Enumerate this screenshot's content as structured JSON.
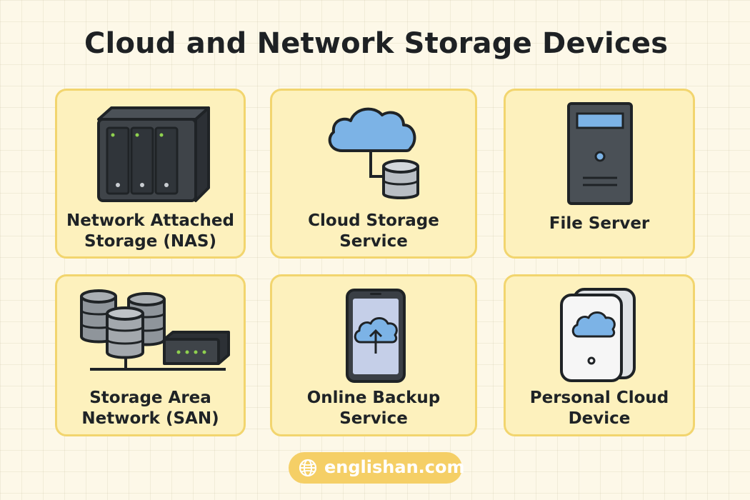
{
  "title": "Cloud and Network Storage Devices",
  "cards": [
    {
      "icon": "nas-device-icon",
      "line1": "Network Attached",
      "line2": "Storage (NAS)"
    },
    {
      "icon": "cloud-database-icon",
      "line1": "Cloud Storage",
      "line2": "Service"
    },
    {
      "icon": "server-tower-icon",
      "line1": "File Server",
      "line2": ""
    },
    {
      "icon": "database-cluster-icon",
      "line1": "Storage Area",
      "line2": "Network (SAN)"
    },
    {
      "icon": "phone-cloud-upload-icon",
      "line1": "Online Backup",
      "line2": "Service"
    },
    {
      "icon": "personal-cloud-device-icon",
      "line1": "Personal Cloud",
      "line2": "Device"
    }
  ],
  "footer": {
    "icon": "globe-icon",
    "url": "englishan.com"
  },
  "colors": {
    "background": "#fdf8e8",
    "card": "#fdf1bd",
    "card_border": "#f2d56e",
    "device_dark": "#3a3f45",
    "cloud_blue": "#7cb3e6",
    "badge": "#f5cf66"
  }
}
